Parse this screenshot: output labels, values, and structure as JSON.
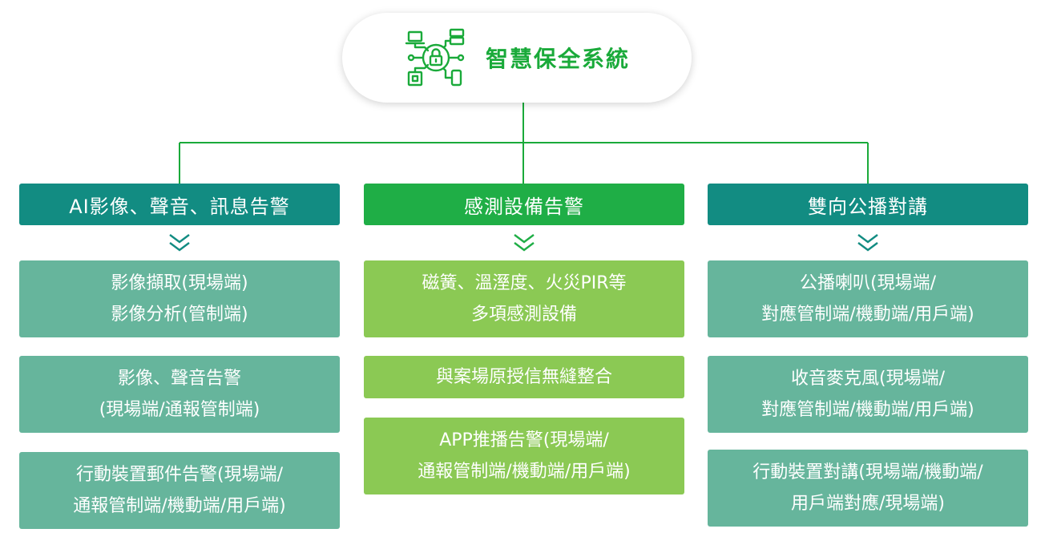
{
  "root": {
    "title": "智慧保全系統",
    "icon": "security-network-lock-icon"
  },
  "colors": {
    "teal_header": "#128c82",
    "green_header": "#1fae46",
    "teal_card": "#66b59c",
    "green_card": "#8bc954",
    "connector": "#1aaa3a"
  },
  "columns": [
    {
      "header": "AI影像、聲音、訊息告警",
      "cards": [
        [
          "影像擷取(現場端)",
          "影像分析(管制端)"
        ],
        [
          "影像、聲音告警",
          "(現場端/通報管制端)"
        ],
        [
          "行動裝置郵件告警(現場端/",
          "通報管制端/機動端/用戶端)"
        ]
      ]
    },
    {
      "header": "感測設備告警",
      "cards": [
        [
          "磁簧、溫溼度、火災PIR等",
          "多項感測設備"
        ],
        [
          "與案場原授信無縫整合"
        ],
        [
          "APP推播告警(現場端/",
          "通報管制端/機動端/用戶端)"
        ]
      ]
    },
    {
      "header": "雙向公播對講",
      "cards": [
        [
          "公播喇叭(現場端/",
          "對應管制端/機動端/用戶端)"
        ],
        [
          "收音麥克風(現場端/",
          "對應管制端/機動端/用戶端)"
        ],
        [
          "行動裝置對講(現場端/機動端/",
          "用戶端對應/現場端)"
        ]
      ]
    }
  ]
}
